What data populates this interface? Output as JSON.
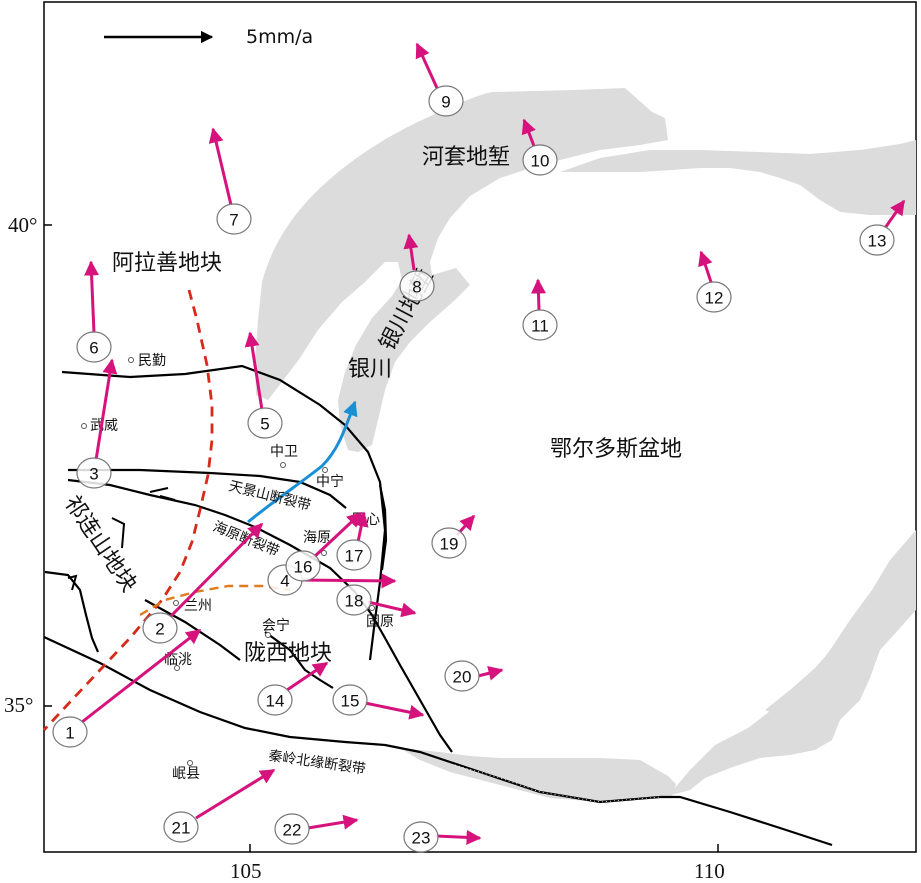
{
  "scale_bar": {
    "label": "5mm/a"
  },
  "axes": {
    "lat_labels": [
      "40°",
      "35°"
    ],
    "lon_labels": [
      "105",
      "110"
    ]
  },
  "regions": {
    "alashan": "阿拉善地块",
    "hetao": "河套地堑",
    "yinchuan_graben": "银川地堑",
    "ordos": "鄂尔多斯盆地",
    "qilian": "祁连山地块",
    "longxi": "陇西地块"
  },
  "cities": {
    "minqin": "民勤",
    "wuwei": "武威",
    "zhongwei": "中卫",
    "zhongning": "中宁",
    "haiyuan": "海原",
    "tongxin": "同心",
    "guyuan": "固原",
    "lanzhou": "兰州",
    "huining": "会宁",
    "lintao": "临洮",
    "minxian": "岷县",
    "yinchuan": "银川"
  },
  "faults": {
    "tianjingshan": "天景山断裂带",
    "haiyuan": "海原断裂带",
    "qinling": "秦岭北缘断裂带"
  },
  "stations": [
    "1",
    "2",
    "3",
    "4",
    "5",
    "6",
    "7",
    "8",
    "9",
    "10",
    "11",
    "12",
    "13",
    "14",
    "15",
    "16",
    "17",
    "18",
    "19",
    "20",
    "21",
    "22",
    "23"
  ],
  "colors": {
    "vector": "#d6127c",
    "graben_fill": "#dcdcdc",
    "fault": "#000000",
    "dashed_red": "#d62a1a",
    "dashed_orange": "#e07b1f",
    "blue_arrow": "#1a8fd6"
  }
}
